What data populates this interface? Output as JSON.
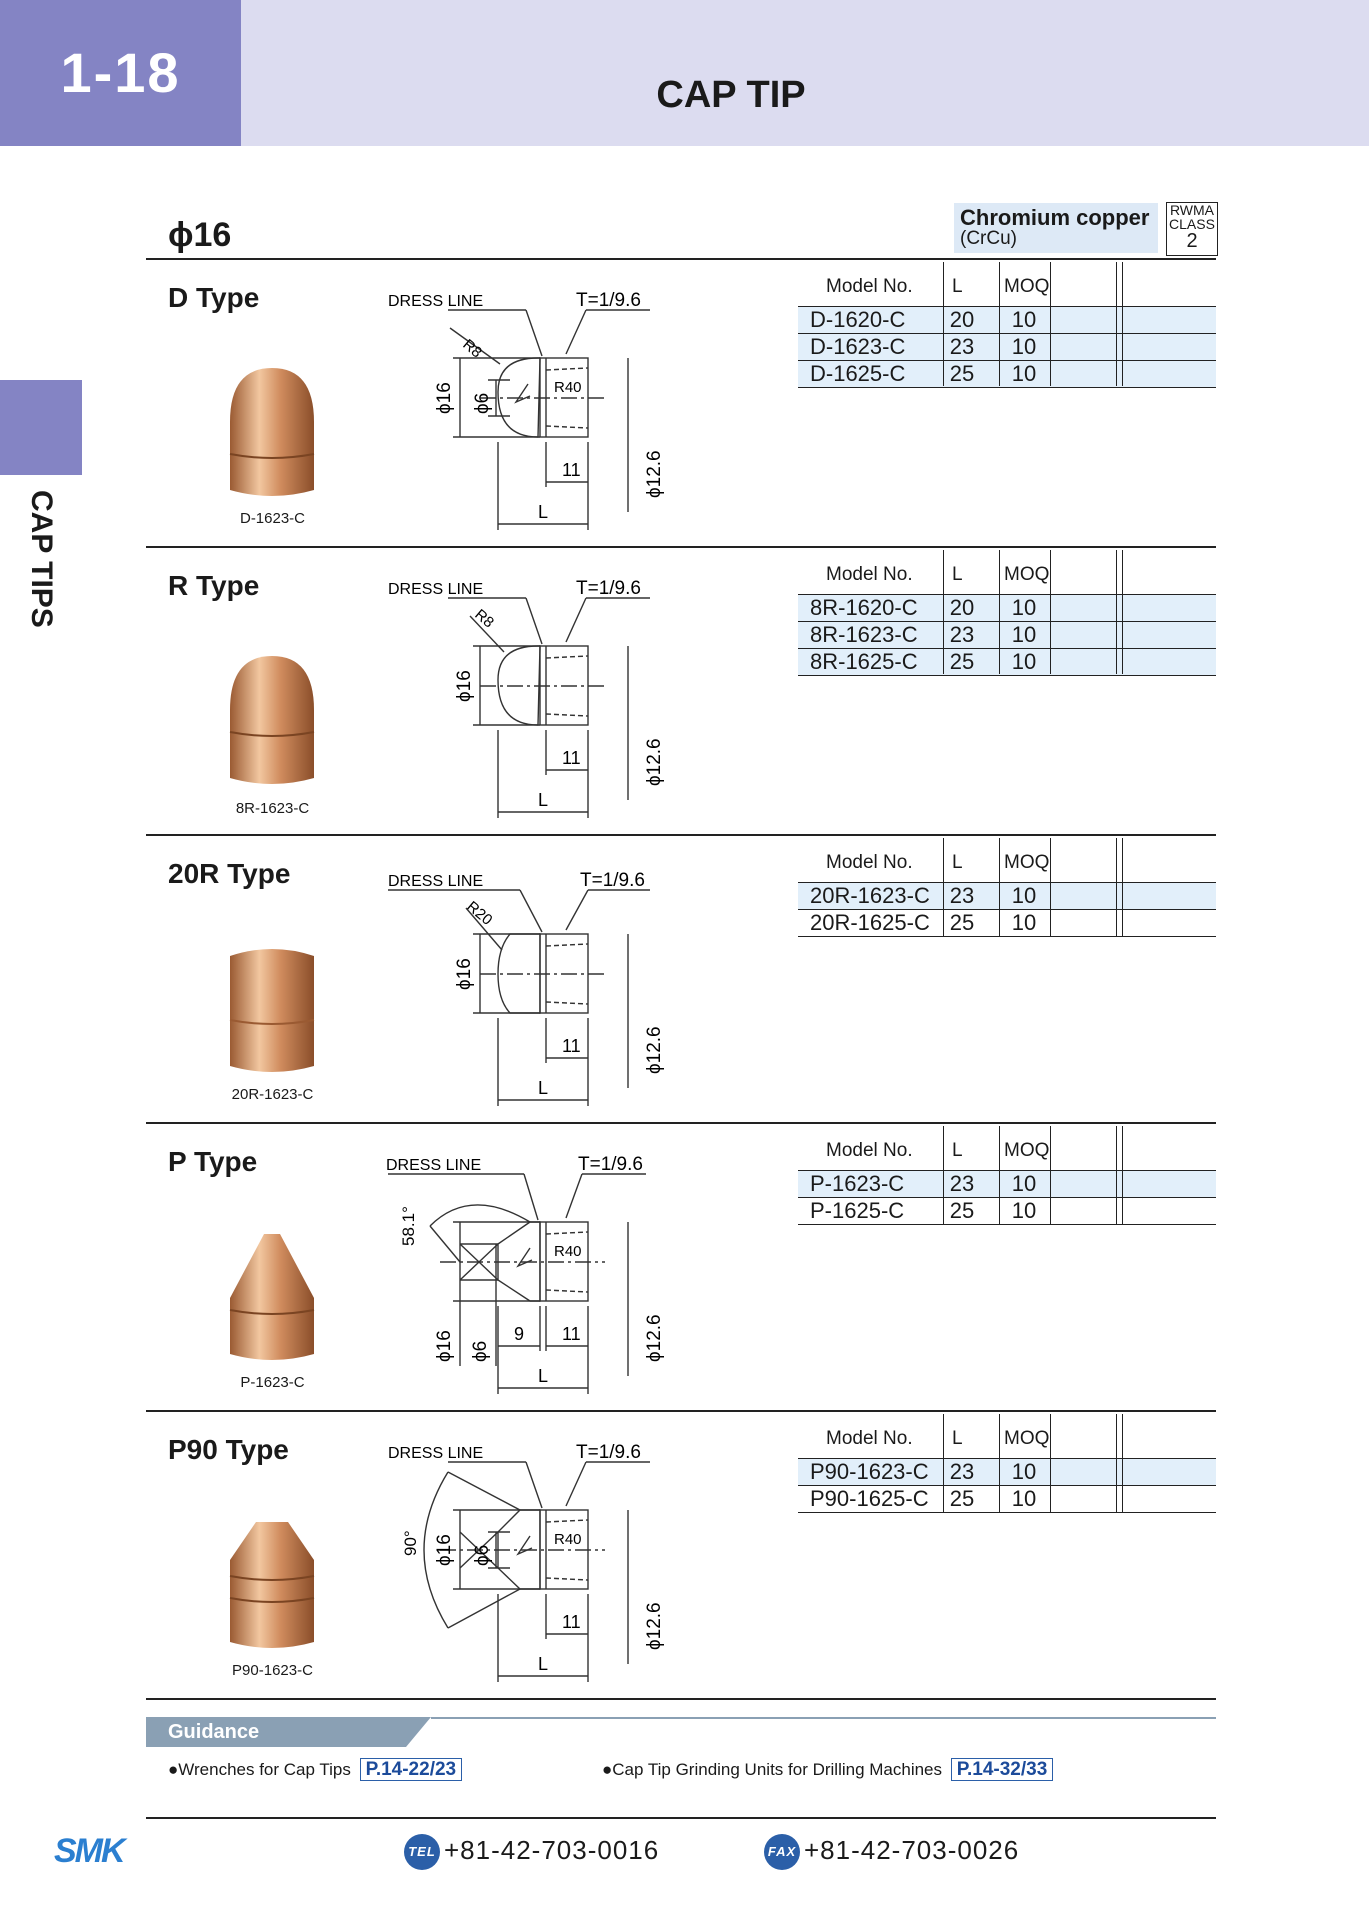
{
  "header": {
    "page_number": "1-18",
    "title": "CAP TIP"
  },
  "side_tab": "CAP TIPS",
  "size_heading": "ϕ16",
  "material": {
    "name": "Chromium copper",
    "abbr": "(CrCu)",
    "rwma_line1": "RWMA",
    "rwma_line2": "CLASS",
    "rwma_class": "2"
  },
  "table_headers": {
    "model": "Model No.",
    "length": "L",
    "moq": "MOQ"
  },
  "drawing_labels": {
    "dress_line": "DRESS LINE",
    "taper": "T=1/9.6",
    "phi16": "ϕ16",
    "phi6": "ϕ6",
    "phi126": "ϕ12.6",
    "len11": "11",
    "len9": "9",
    "L": "L",
    "R40": "R40"
  },
  "sections": [
    {
      "title": "D Type",
      "photo_caption": "D-1623-C",
      "radius": "R8",
      "rows": [
        {
          "model": "D-1620-C",
          "L": "20",
          "moq": "10"
        },
        {
          "model": "D-1623-C",
          "L": "23",
          "moq": "10"
        },
        {
          "model": "D-1625-C",
          "L": "25",
          "moq": "10"
        }
      ]
    },
    {
      "title": "R Type",
      "photo_caption": "8R-1623-C",
      "radius": "R8",
      "rows": [
        {
          "model": "8R-1620-C",
          "L": "20",
          "moq": "10"
        },
        {
          "model": "8R-1623-C",
          "L": "23",
          "moq": "10"
        },
        {
          "model": "8R-1625-C",
          "L": "25",
          "moq": "10"
        }
      ]
    },
    {
      "title": "20R Type",
      "photo_caption": "20R-1623-C",
      "radius": "R20",
      "rows": [
        {
          "model": "20R-1623-C",
          "L": "23",
          "moq": "10"
        },
        {
          "model": "20R-1625-C",
          "L": "25",
          "moq": "10"
        }
      ]
    },
    {
      "title": "P Type",
      "photo_caption": "P-1623-C",
      "angle": "58.1°",
      "rows": [
        {
          "model": "P-1623-C",
          "L": "23",
          "moq": "10"
        },
        {
          "model": "P-1625-C",
          "L": "25",
          "moq": "10"
        }
      ]
    },
    {
      "title": "P90 Type",
      "photo_caption": "P90-1623-C",
      "angle": "90°",
      "rows": [
        {
          "model": "P90-1623-C",
          "L": "23",
          "moq": "10"
        },
        {
          "model": "P90-1625-C",
          "L": "25",
          "moq": "10"
        }
      ]
    }
  ],
  "guidance": {
    "label": "Guidance",
    "items": [
      {
        "text": "●Wrenches for Cap Tips",
        "ref": "P.14-22/23"
      },
      {
        "text": "●Cap Tip Grinding Units for Drilling Machines",
        "ref": "P.14-32/33"
      }
    ]
  },
  "footer": {
    "logo": "SMK",
    "tel_badge": "TEL",
    "tel": "+81-42-703-0016",
    "fax_badge": "FAX",
    "fax": "+81-42-703-0026"
  },
  "colors": {
    "accent": "#8484c4",
    "header_bg": "#dcdcf0",
    "table_highlight": "#e2effa",
    "link_blue": "#2b5fa8",
    "copper": "#c8845a"
  }
}
